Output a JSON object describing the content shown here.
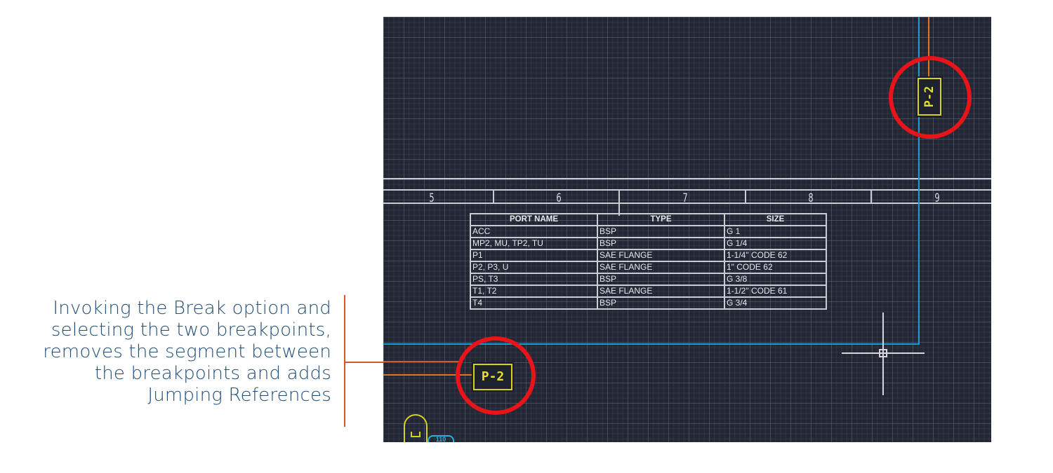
{
  "caption": {
    "lines": [
      "Invoking the Break option and",
      "selecting the two breakpoints,",
      "removes the segment between",
      "the breakpoints and adds",
      "Jumping References"
    ]
  },
  "canvas": {
    "zone_numbers": [
      "5",
      "6",
      "7",
      "8",
      "9"
    ],
    "port_table": {
      "headers": [
        "PORT NAME",
        "TYPE",
        "SIZE"
      ],
      "rows": [
        [
          "ACC",
          "BSP",
          "G 1"
        ],
        [
          "MP2, MU, TP2, TU",
          "BSP",
          "G 1/4"
        ],
        [
          "P1",
          "SAE FLANGE",
          "1-1/4\" CODE 62"
        ],
        [
          "P2, P3, U",
          "SAE FLANGE",
          "1\" CODE 62"
        ],
        [
          "PS, T3",
          "BSP",
          "G 3/8"
        ],
        [
          "T1, T2",
          "SAE FLANGE",
          "1-1/2\" CODE 61"
        ],
        [
          "T4",
          "BSP",
          "G 3/4"
        ]
      ]
    },
    "jump_refs": {
      "top_right_label": "P-2",
      "bottom_left_label": "P-2"
    },
    "instrument_tag": "110",
    "colors": {
      "background": "#222733",
      "highlight_ring": "#e8141a",
      "ref_tag": "#d8d21e",
      "blue_line": "#1c9bd1",
      "orange_line": "#d9772a",
      "callout": "#d4572a",
      "caption_text": "#1f4e79"
    }
  }
}
